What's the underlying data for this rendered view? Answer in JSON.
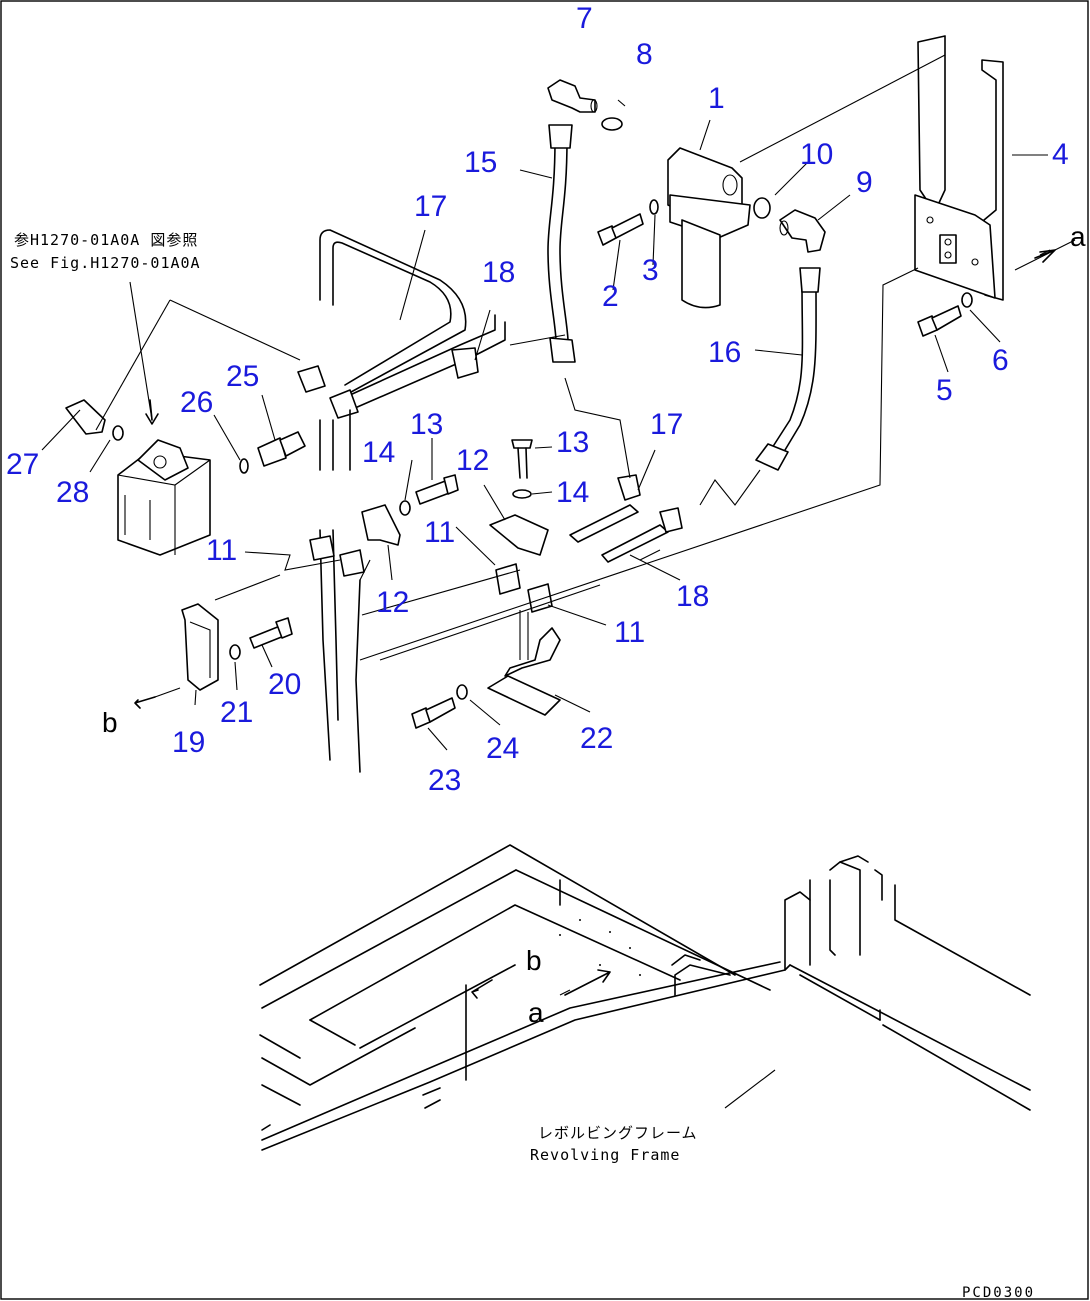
{
  "reference_note": {
    "line1": "参H1270-01A0A 図参照",
    "line2": "See Fig.H1270-01A0A"
  },
  "frame_label": {
    "japanese": "レボルビングフレーム",
    "english": "Revolving Frame"
  },
  "view_letters": [
    "a",
    "b",
    "a",
    "b"
  ],
  "drawing_code": "PCD0300",
  "callouts": [
    {
      "n": "7"
    },
    {
      "n": "8"
    },
    {
      "n": "1"
    },
    {
      "n": "4"
    },
    {
      "n": "10"
    },
    {
      "n": "9"
    },
    {
      "n": "15"
    },
    {
      "n": "17"
    },
    {
      "n": "18"
    },
    {
      "n": "2"
    },
    {
      "n": "3"
    },
    {
      "n": "16"
    },
    {
      "n": "6"
    },
    {
      "n": "5"
    },
    {
      "n": "25"
    },
    {
      "n": "26"
    },
    {
      "n": "13"
    },
    {
      "n": "14"
    },
    {
      "n": "12"
    },
    {
      "n": "13"
    },
    {
      "n": "14"
    },
    {
      "n": "17"
    },
    {
      "n": "27"
    },
    {
      "n": "28"
    },
    {
      "n": "11"
    },
    {
      "n": "11"
    },
    {
      "n": "12"
    },
    {
      "n": "18"
    },
    {
      "n": "11"
    },
    {
      "n": "20"
    },
    {
      "n": "21"
    },
    {
      "n": "19"
    },
    {
      "n": "24"
    },
    {
      "n": "22"
    },
    {
      "n": "23"
    }
  ]
}
